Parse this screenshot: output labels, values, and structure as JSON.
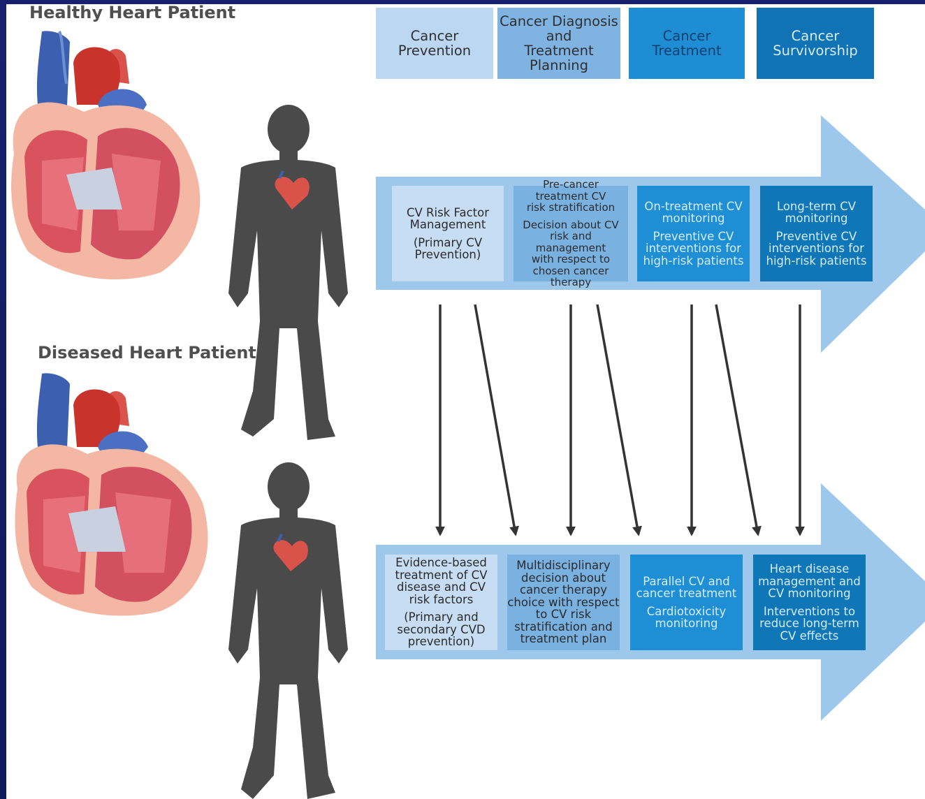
{
  "labels": {
    "healthy": "Healthy Heart Patient",
    "diseased": "Diseased Heart Patient"
  },
  "phases": [
    {
      "label": "Cancer\nPrevention",
      "color": "#bcd7f1",
      "text_color": "#2f2f2f"
    },
    {
      "label": "Cancer Diagnosis\nand\nTreatment\nPlanning",
      "color": "#7fb3e2",
      "text_color": "#2f2f2f"
    },
    {
      "label": "Cancer\nTreatment",
      "color": "#1f8dd3",
      "text_color": "#0b3f6e"
    },
    {
      "label": "Cancer\nSurvivorship",
      "color": "#0f73b5",
      "text_color": "#d9ecfb"
    }
  ],
  "healthy_track": [
    {
      "line1": "CV Risk Factor\nManagement",
      "line2": "(Primary CV\nPrevention)",
      "color": "#c6ddf3"
    },
    {
      "line1": "Pre-cancer\ntreatment CV\nrisk stratification",
      "line2": "Decision about CV\nrisk and management\nwith respect to\nchosen cancer therapy",
      "color": "#79b1e1"
    },
    {
      "line1": "On-treatment CV\nmonitoring",
      "line2": "Preventive CV\ninterventions for\nhigh-risk patients",
      "color": "#1f8fd5"
    },
    {
      "line1": "Long-term CV\nmonitoring",
      "line2": "Preventive CV\ninterventions for\nhigh-risk patients",
      "color": "#0f76b8"
    }
  ],
  "diseased_track": [
    {
      "line1": "Evidence-based\ntreatment of CV\ndisease and CV\nrisk factors",
      "line2": "(Primary and\nsecondary CVD\nprevention)",
      "color": "#c6ddf3"
    },
    {
      "line1": "Multidisciplinary\ndecision about\ncancer therapy\nchoice with respect\nto CV risk\nstratification and\ntreatment plan",
      "line2": "",
      "color": "#79b1e1"
    },
    {
      "line1": "Parallel CV and\ncancer treatment",
      "line2": "Cardiotoxicity\nmonitoring",
      "color": "#1f8fd5"
    },
    {
      "line1": "Heart disease\nmanagement and\nCV monitoring",
      "line2": "Interventions to\nreduce long-term\nCV effects",
      "color": "#0f76b8"
    }
  ],
  "colors": {
    "arrow": "#9ec7ec",
    "silhouette": "#4a4a4a",
    "connector": "#333333"
  }
}
